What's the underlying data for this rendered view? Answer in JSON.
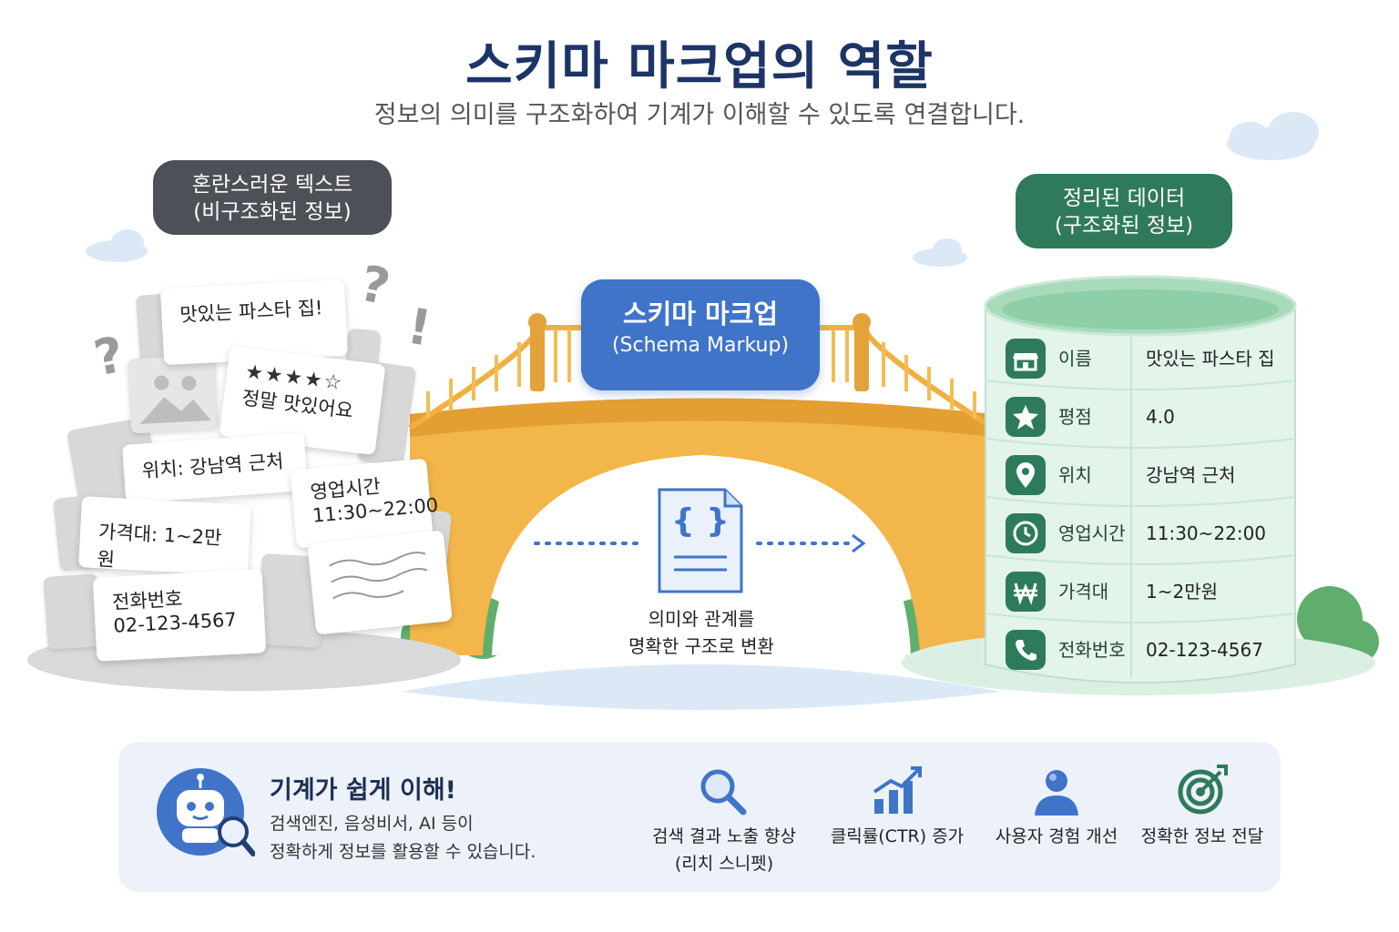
{
  "header": {
    "title": "스키마 마크업의 역할",
    "subtitle": "정보의 의미를 구조화하여 기계가 이해할 수 있도록 연결합니다."
  },
  "left": {
    "badge_line1": "혼란스러운 텍스트",
    "badge_line2": "(비구조화된 정보)",
    "cards": {
      "pasta": "맛있는 파스타 집!",
      "review_stars": "★★★★☆",
      "review": "정말 맛있어요",
      "location": "위치: 강남역 근처",
      "hours_label": "영업시간",
      "hours_value": "11:30~22:00",
      "price": "가격대: 1~2만원",
      "phone_label": "전화번호",
      "phone_value": "02-123-4567"
    },
    "marks": [
      "?",
      "?",
      "!"
    ]
  },
  "bridge": {
    "label_line1": "스키마 마크업",
    "label_line2": "(Schema Markup)",
    "doc_symbol": "{ }",
    "caption_line1": "의미와 관계를",
    "caption_line2": "명확한 구조로 변환"
  },
  "right": {
    "badge_line1": "정리된 데이터",
    "badge_line2": "(구조화된 정보)",
    "rows": [
      {
        "icon": "store-icon",
        "label": "이름",
        "value": "맛있는 파스타 집"
      },
      {
        "icon": "star-icon",
        "label": "평점",
        "value": "4.0"
      },
      {
        "icon": "location-pin-icon",
        "label": "위치",
        "value": "강남역 근처"
      },
      {
        "icon": "clock-icon",
        "label": "영업시간",
        "value": "11:30~22:00"
      },
      {
        "icon": "won-icon",
        "label": "가격대",
        "value": "1~2만원"
      },
      {
        "icon": "phone-icon",
        "label": "전화번호",
        "value": "02-123-4567"
      }
    ]
  },
  "bottom": {
    "title": "기계가 쉽게 이해!",
    "desc_line1": "검색엔진, 음성비서, AI 등이",
    "desc_line2": "정확하게 정보를 활용할 수 있습니다.",
    "benefits": [
      {
        "icon": "magnifier-icon",
        "line1": "검색 결과 노출 향상",
        "line2": "(리치 스니펫)"
      },
      {
        "icon": "bar-chart-icon",
        "line1": "클릭률(CTR) 증가",
        "line2": ""
      },
      {
        "icon": "user-icon",
        "line1": "사용자 경험 개선",
        "line2": ""
      },
      {
        "icon": "target-icon",
        "line1": "정확한 정보 전달",
        "line2": ""
      }
    ]
  },
  "colors": {
    "title": "#1d3566",
    "bridge": "#f3b64a",
    "blue": "#3f74c9",
    "green": "#2f7a5a",
    "gray_badge": "#4d5057"
  }
}
